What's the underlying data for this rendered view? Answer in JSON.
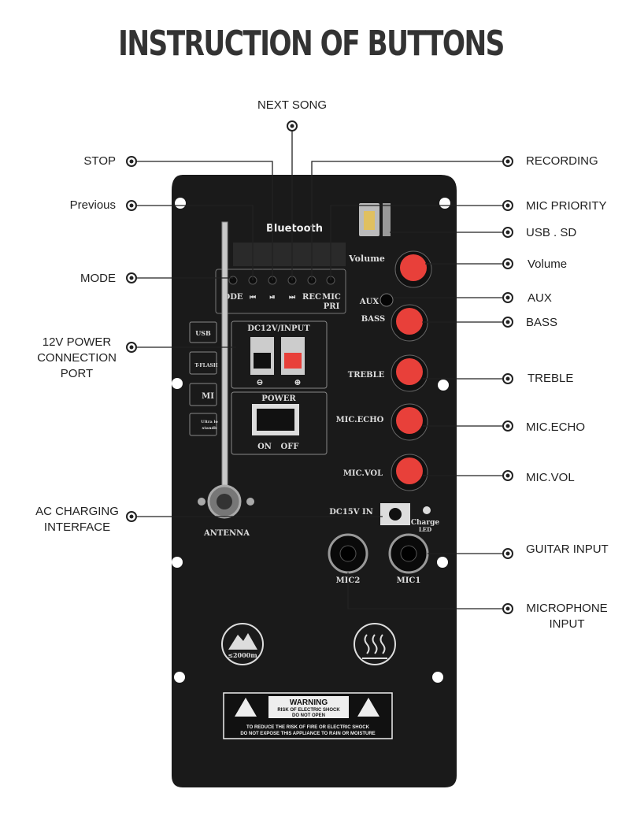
{
  "title": "INSTRUCTION OF BUTTONS",
  "callouts_left": {
    "stop": "STOP",
    "previous": "Previous",
    "mode": "MODE",
    "power_port_1": "12V POWER",
    "power_port_2": "CONNECTION",
    "power_port_3": "PORT",
    "ac_charging_1": "AC CHARGING",
    "ac_charging_2": "INTERFACE"
  },
  "callouts_top": {
    "next_song": "NEXT SONG"
  },
  "callouts_right": {
    "recording": "RECORDING",
    "mic_priority": "MIC PRIORITY",
    "usb_sd": "USB . SD",
    "volume": "Volume",
    "aux": "AUX",
    "bass": "BASS",
    "treble": "TREBLE",
    "mic_echo": "MIC.ECHO",
    "mic_vol": "MIC.VOL",
    "guitar_input": "GUITAR INPUT",
    "microphone_input_1": "MICROPHONE",
    "microphone_input_2": "INPUT"
  },
  "panel": {
    "bluetooth": "Bluetooth",
    "btn_mode": "ODE",
    "btn_prev": "⏮",
    "btn_play": "⏯",
    "btn_next": "⏭",
    "btn_rec": "REC",
    "btn_mic": "MIC",
    "btn_pri": "PRI",
    "dc_input": "DC12V/INPUT",
    "minus": "⊖",
    "plus": "⊕",
    "power": "POWER",
    "on": "ON",
    "off": "OFF",
    "antenna": "ANTENNA",
    "knob_volume": "Volume",
    "aux": "AUX",
    "knob_bass": "BASS",
    "knob_treble": "TREBLE",
    "knob_echo": "MIC.ECHO",
    "knob_micvol": "MIC.VOL",
    "dc15": "DC15V IN",
    "charge": "Charge",
    "led": "LED",
    "mic2": "MIC2",
    "mic1": "MIC1",
    "altitude": "≤2000m",
    "warning": "WARNING",
    "warn_1": "RISK OF ELECTRIC SHOCK",
    "warn_2": "DO NOT OPEN",
    "warn_3": "TO REDUCE THE RISK OF FIRE OR ELECTRIC SHOCK",
    "warn_4": "DO NOT EXPOSE THIS APPLIANCE TO RAIN OR MOISTURE",
    "usb_badge": "USB",
    "tflash": "T-FLASH",
    "mic_badge": "MI",
    "ultra_1": "Ultra lo",
    "ultra_2": "standb"
  },
  "colors": {
    "panel": "#1a1a1a",
    "knob": "#e8403a",
    "line": "#222222"
  }
}
